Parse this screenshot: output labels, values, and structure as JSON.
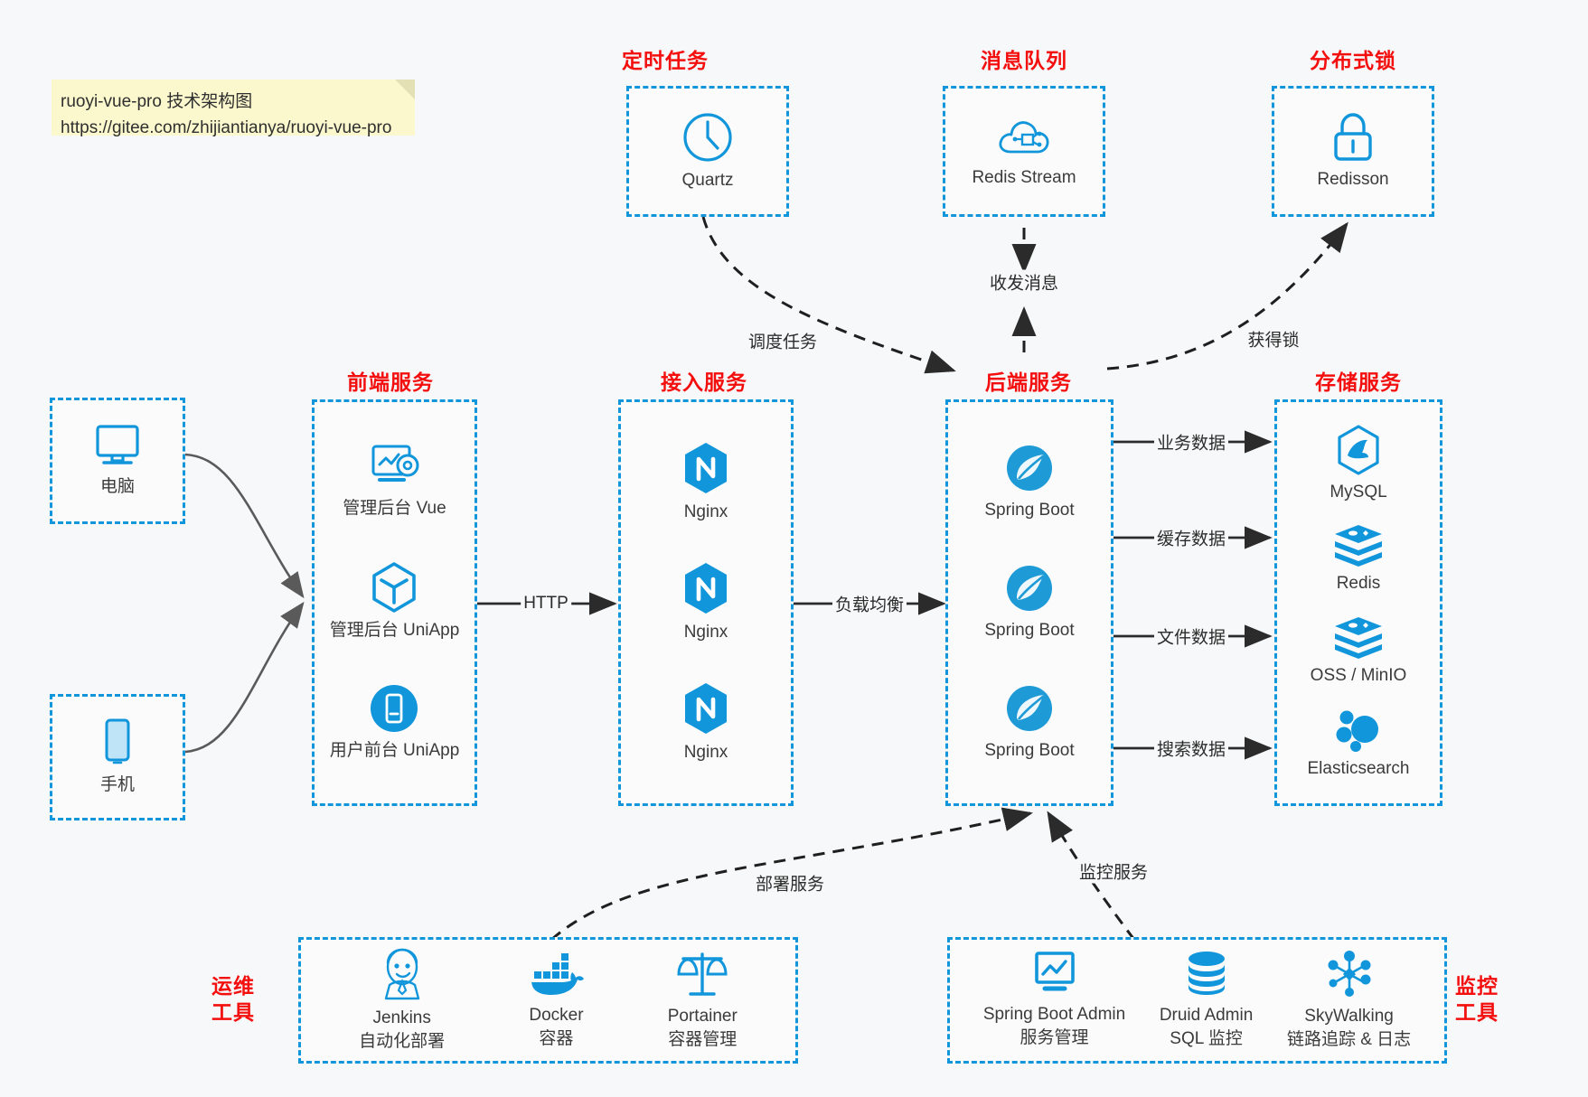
{
  "note": {
    "line1": "ruoyi-vue-pro 技术架构图",
    "line2": "https://gitee.com/zhijiantianya/ruoyi-vue-pro"
  },
  "colors": {
    "box_border": "#1296db",
    "group_title": "#f40f0f",
    "icon_blue": "#1296db",
    "arrow": "#2b2b2b",
    "solid_arrow": "#5a5a5a",
    "background": "#f7f8f9",
    "note_bg": "#fbf8cd"
  },
  "groups": {
    "scheduler": {
      "title": "定时任务",
      "nodes": [
        {
          "label": "Quartz",
          "icon": "clock-icon"
        }
      ]
    },
    "mq": {
      "title": "消息队列",
      "nodes": [
        {
          "label": "Redis Stream",
          "icon": "cloud-stream-icon"
        }
      ]
    },
    "lock": {
      "title": "分布式锁",
      "nodes": [
        {
          "label": "Redisson",
          "icon": "lock-icon"
        }
      ]
    },
    "clients": {
      "nodes": [
        {
          "label": "电脑",
          "icon": "desktop-icon"
        },
        {
          "label": "手机",
          "icon": "phone-icon"
        }
      ]
    },
    "frontend": {
      "title": "前端服务",
      "nodes": [
        {
          "label": "管理后台 Vue",
          "icon": "dashboard-gear-icon"
        },
        {
          "label": "管理后台 UniApp",
          "icon": "cube-icon"
        },
        {
          "label": "用户前台 UniApp",
          "icon": "mobile-app-icon"
        }
      ]
    },
    "gateway": {
      "title": "接入服务",
      "nodes": [
        {
          "label": "Nginx",
          "icon": "nginx-icon"
        },
        {
          "label": "Nginx",
          "icon": "nginx-icon"
        },
        {
          "label": "Nginx",
          "icon": "nginx-icon"
        }
      ]
    },
    "backend": {
      "title": "后端服务",
      "nodes": [
        {
          "label": "Spring Boot",
          "icon": "spring-boot-icon"
        },
        {
          "label": "Spring Boot",
          "icon": "spring-boot-icon"
        },
        {
          "label": "Spring Boot",
          "icon": "spring-boot-icon"
        }
      ]
    },
    "storage": {
      "title": "存储服务",
      "nodes": [
        {
          "label": "MySQL",
          "icon": "mysql-icon"
        },
        {
          "label": "Redis",
          "icon": "redis-icon"
        },
        {
          "label": "OSS / MinIO",
          "icon": "redis-icon"
        },
        {
          "label": "Elasticsearch",
          "icon": "elasticsearch-icon"
        }
      ]
    },
    "devops": {
      "title_line1": "运维",
      "title_line2": "工具",
      "nodes": [
        {
          "label": "Jenkins",
          "sub": "自动化部署",
          "icon": "jenkins-icon"
        },
        {
          "label": "Docker",
          "sub": "容器",
          "icon": "docker-icon"
        },
        {
          "label": "Portainer",
          "sub": "容器管理",
          "icon": "scales-icon"
        }
      ]
    },
    "monitor": {
      "title_line1": "监控",
      "title_line2": "工具",
      "nodes": [
        {
          "label": "Spring Boot Admin",
          "sub": "服务管理",
          "icon": "monitor-chart-icon"
        },
        {
          "label": "Druid Admin",
          "sub": "SQL 监控",
          "icon": "database-icon"
        },
        {
          "label": "SkyWalking",
          "sub": "链路追踪 & 日志",
          "icon": "skywalking-icon"
        }
      ]
    }
  },
  "edges": [
    {
      "id": "http",
      "label": "HTTP"
    },
    {
      "id": "loadbalance",
      "label": "负载均衡"
    },
    {
      "id": "schedule-task",
      "label": "调度任务"
    },
    {
      "id": "send-receive-message",
      "label": "收发消息"
    },
    {
      "id": "acquire-lock",
      "label": "获得锁"
    },
    {
      "id": "business-data",
      "label": "业务数据"
    },
    {
      "id": "cache-data",
      "label": "缓存数据"
    },
    {
      "id": "file-data",
      "label": "文件数据"
    },
    {
      "id": "search-data",
      "label": "搜索数据"
    },
    {
      "id": "deploy-service",
      "label": "部署服务"
    },
    {
      "id": "monitor-service",
      "label": "监控服务"
    }
  ]
}
